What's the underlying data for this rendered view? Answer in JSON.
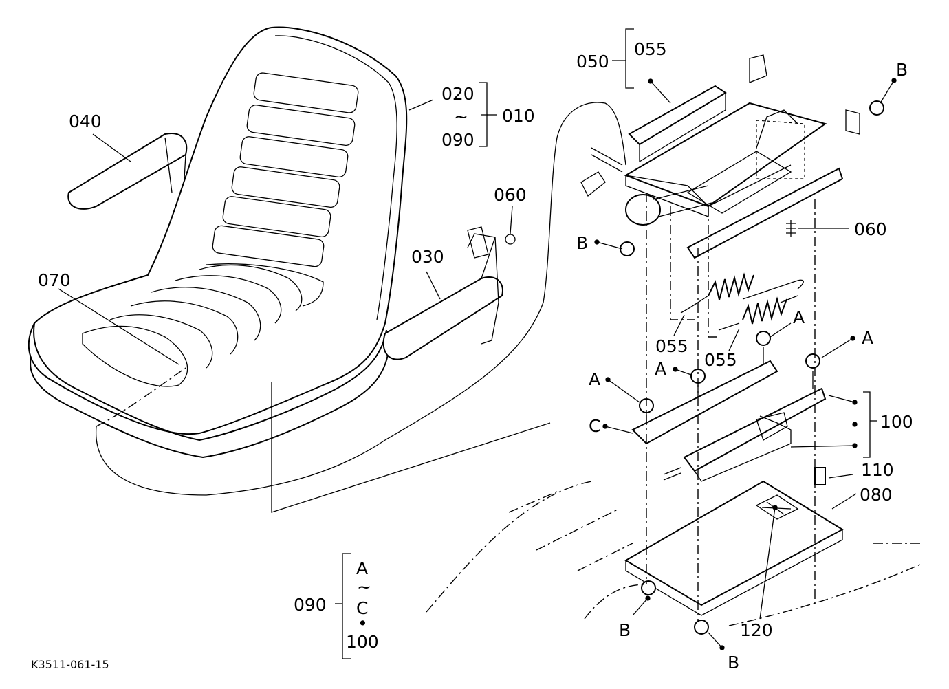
{
  "diagram_code": "K3511-061-15",
  "labels": {
    "l040": "040",
    "l020": "020",
    "l090a": "090",
    "l010": "010",
    "tilde": "~",
    "l050": "050",
    "l055a": "055",
    "lB1": "B",
    "l060a": "060",
    "l060b": "060",
    "lB2": "B",
    "l070": "070",
    "l030": "030",
    "l055b": "055",
    "l055c": "055",
    "lA1": "A",
    "lA2": "A",
    "lA3": "A",
    "lA4": "A",
    "lC1": "C",
    "l100a": "100",
    "l110": "110",
    "l080": "080",
    "l120": "120",
    "lB3": "B",
    "lB4": "B",
    "l090b": "090",
    "kA": "A",
    "kC": "C",
    "kdot": "•",
    "k100": "100"
  }
}
